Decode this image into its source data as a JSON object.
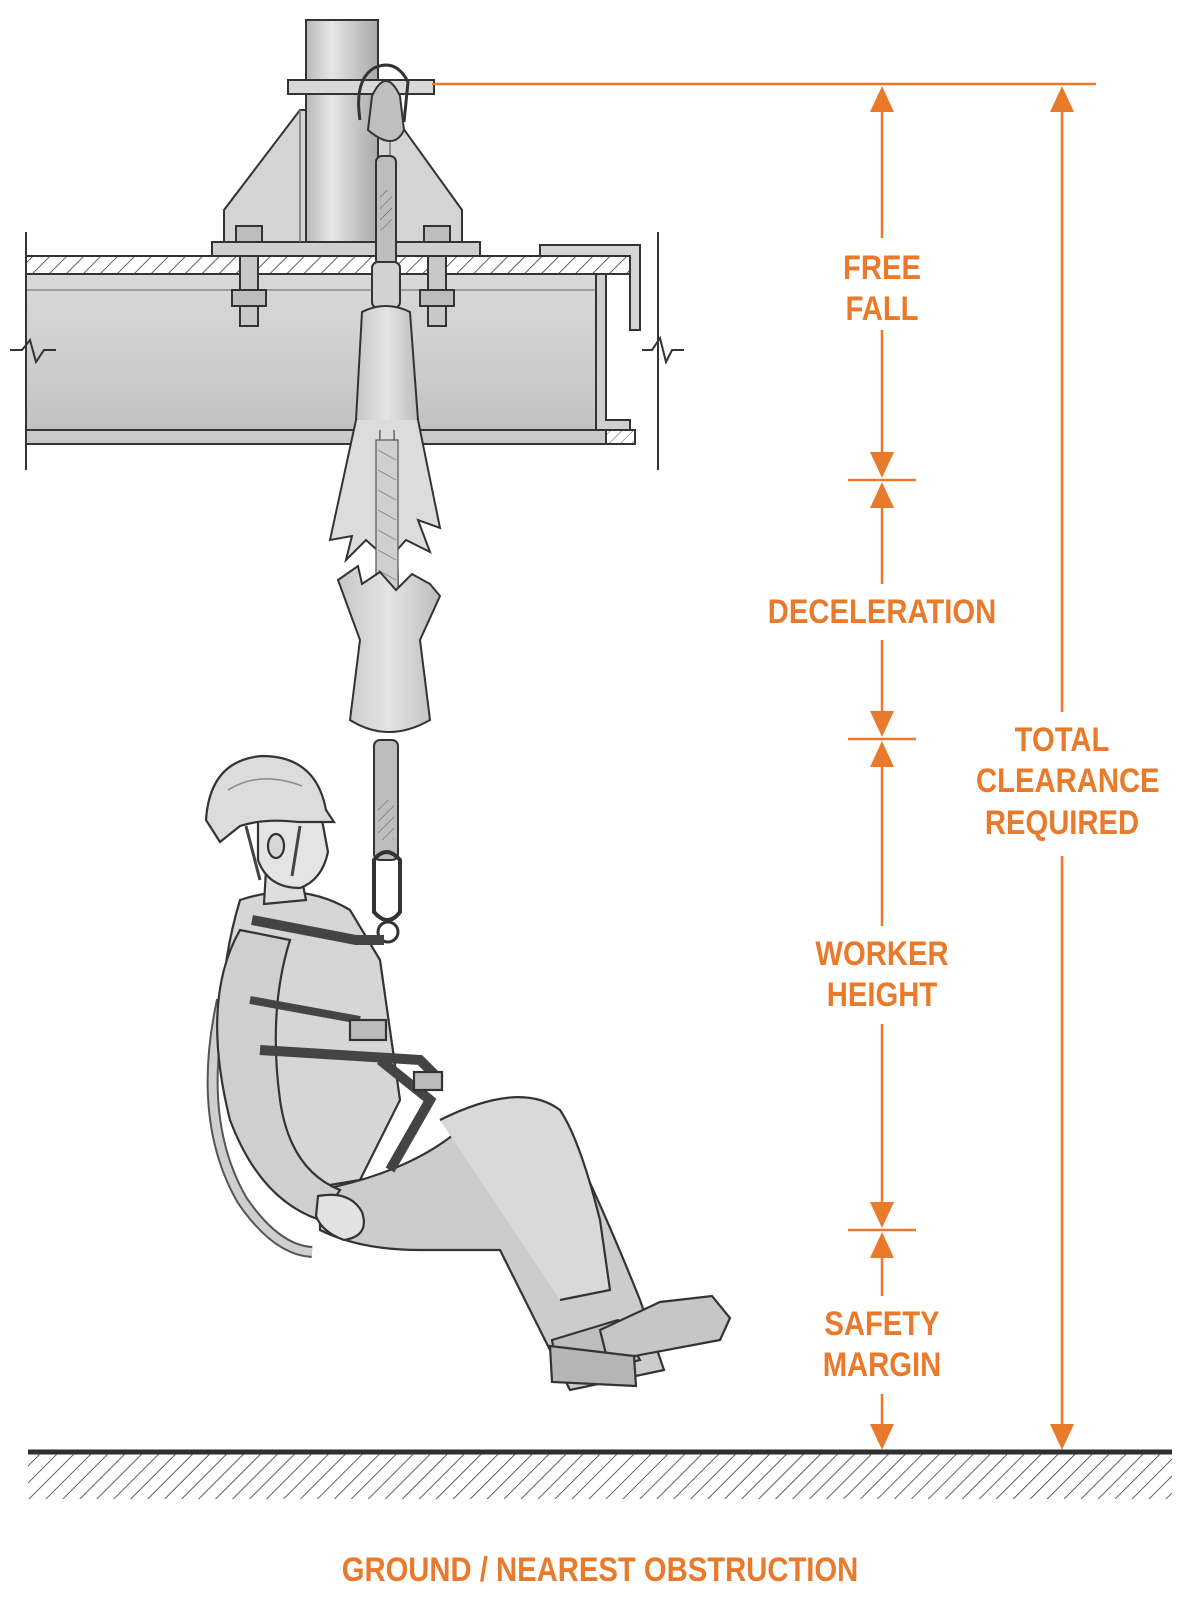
{
  "diagram": {
    "accent_color": "#ea7a2b",
    "ink_color": "#2f2f2f",
    "segments": [
      {
        "id": "free-fall",
        "lines": [
          "FREE",
          "FALL"
        ]
      },
      {
        "id": "deceleration",
        "lines": [
          "DECELERATION"
        ]
      },
      {
        "id": "worker-height",
        "lines": [
          "WORKER",
          "HEIGHT"
        ]
      },
      {
        "id": "safety-margin",
        "lines": [
          "SAFETY",
          "MARGIN"
        ]
      }
    ],
    "total": {
      "lines": [
        "TOTAL",
        "CLEARANCE",
        "REQUIRED"
      ]
    },
    "ground_label": "GROUND / NEAREST OBSTRUCTION"
  }
}
